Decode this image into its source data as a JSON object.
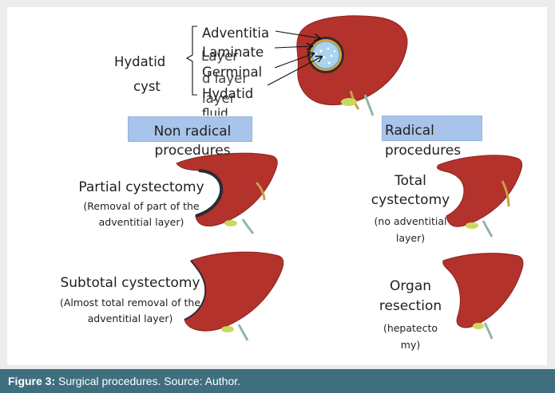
{
  "cyst": {
    "label_line1": "Hydatid",
    "label_line2": "cyst",
    "layer1": "Adventitia",
    "layer2": "Laminate",
    "layer2b": "Layer",
    "layer3": "Germinal",
    "layer3b": "layer",
    "layer4": "Hydatid",
    "layer4b": "fluid",
    "overlap1": "Layer",
    "overlap2": "d layer",
    "overlap3": "layer"
  },
  "headers": {
    "non_radical_line1": "Non radical",
    "non_radical_line2": "procedures",
    "radical_line1": "Radical",
    "radical_line2": "procedures"
  },
  "procedures": {
    "partial_title": "Partial cystectomy",
    "partial_desc1": "(Removal of part of the",
    "partial_desc2": "adventitial layer)",
    "subtotal_title": "Subtotal cystectomy",
    "subtotal_desc1": "(Almost total removal of the",
    "subtotal_desc2": "adventitial layer)",
    "total_title1": "Total",
    "total_title2": "cystectomy",
    "total_desc1": "(no adventitial",
    "total_desc2": "layer)",
    "organ_title1": "Organ",
    "organ_title2": "resection",
    "organ_desc1": "(hepatecto",
    "organ_desc2": "my)"
  },
  "colors": {
    "liver": "#b3322c",
    "liver_dark": "#8c241f",
    "gallbladder": "#c9d860",
    "cyst_fill": "#a9d3f0",
    "header_fill": "#a9c4ea",
    "caption_bg": "#3f6f7f"
  },
  "caption": {
    "label": "Figure 3:",
    "text": " Surgical procedures. Source: Author."
  }
}
